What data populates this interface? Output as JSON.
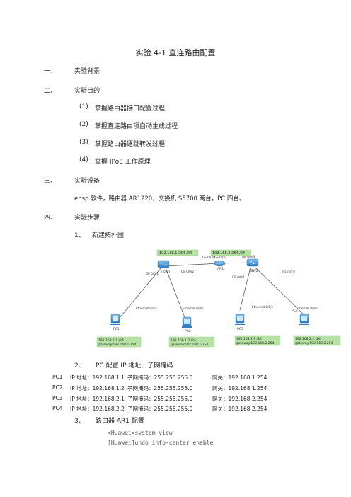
{
  "doc": {
    "title": "实验 4-1  直连路由配置",
    "sections": [
      {
        "num": "一、",
        "label": "实验背景"
      },
      {
        "num": "二、",
        "label": "实验目的"
      },
      {
        "num": "三、",
        "label": "实验设备"
      },
      {
        "num": "四、",
        "label": "实验步骤"
      }
    ],
    "objectives": [
      {
        "num": "(1)",
        "text": "掌握路由器接口配置过程"
      },
      {
        "num": "(2)",
        "text": "掌握直连路由项自动生成过程"
      },
      {
        "num": "(3)",
        "text": "掌握路由器逐跳转发过程"
      },
      {
        "num": "(4)",
        "text": "掌握 IPoE 工作原理"
      }
    ],
    "equipment": "ensp 软件，路由器 AR1220，交换机 S5700 两台，PC 四台。",
    "steps": [
      {
        "num": "1、",
        "label": "新建拓扑图"
      },
      {
        "num": "2、",
        "label": "PC 配置 IP 地址、子网掩码"
      },
      {
        "num": "3、",
        "label": "路由器 AR1 配置"
      }
    ],
    "pc_config": [
      {
        "pc": "PC1",
        "ip": "IP 地址：192.168.1.1",
        "mask": "子网掩码：255.255.255.0",
        "gw": "网关：192.168.1.254"
      },
      {
        "pc": "PC2",
        "ip": "IP 地址：192.168.1.2",
        "mask": "子网掩码：255.255.255.0",
        "gw": "网关：192.168.1.254"
      },
      {
        "pc": "PC3",
        "ip": "IP 地址：192.168.2.1",
        "mask": "子网掩码：255.255.255.0",
        "gw": "网关：192.168.2.254"
      },
      {
        "pc": "PC4",
        "ip": "IP 地址：192.168.2.2",
        "mask": "子网掩码：255.255.255.0",
        "gw": "网关：192.168.2.254"
      }
    ],
    "commands": [
      "<Huawei>system-view",
      "[Huawei]undo info-center enable"
    ]
  },
  "topology": {
    "nodes": {
      "ar1": "AR1",
      "lsw1": "LSW1",
      "lsw2": "LSW2",
      "pc1": "PC1",
      "pc2": "PC2",
      "pc3": "PC3",
      "pc4": "PC4"
    },
    "labels": {
      "ip_left": "192.168.1.254 /24",
      "ip_right": "192.168.2.254 /24",
      "ge000": "GE 0/0/0",
      "ge001": "GE 0/0/1",
      "ge003_l": "GE 0/0/3",
      "ge003_r": "GE 0/0/3",
      "ge001_l": "GE 0/0/1",
      "ge002_l": "GE 0/0/2",
      "ge001_r": "GE 0/0/1",
      "ge002_r": "GE 0/0/2",
      "eth_pc1": "Ethernet 0/0/1",
      "eth_pc2": "Ethernet 0/0/1",
      "eth_pc3": "Ethernet 0/0/1",
      "eth_pc4": "Ethernet 0/0/1"
    },
    "pc_boxes": [
      {
        "ip": "192.168.1.1 /24",
        "gw": "gateway:192.168.1.254"
      },
      {
        "ip": "192.168.1.2 /24",
        "gw": "gateway:192.168.1.254"
      },
      {
        "ip": "192.168.2.1 /24",
        "gw": "gateway:192.168.2.254"
      },
      {
        "ip": "192.168.2.2 /24",
        "gw": "gateway:192.168.2.254"
      }
    ],
    "colors": {
      "label_bg": "#b6e3a3",
      "device": "#3b8fd4",
      "link": "#555555"
    }
  }
}
